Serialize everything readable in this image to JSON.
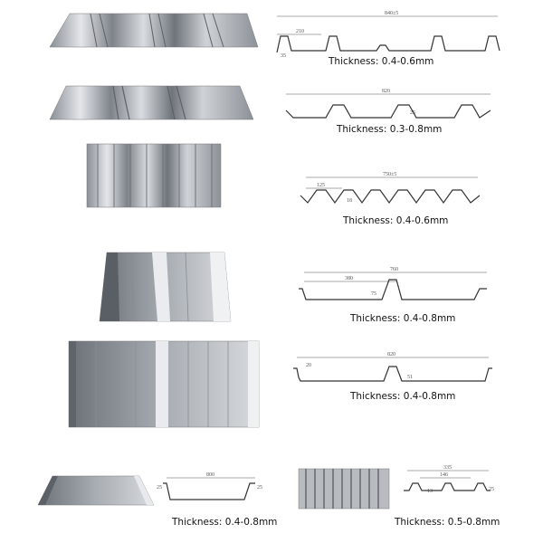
{
  "profiles": [
    {
      "id": "p1",
      "thickness": "Thickness: 0.4-0.6mm",
      "dims": [
        "840±5",
        "210",
        "35"
      ]
    },
    {
      "id": "p2",
      "thickness": "Thickness: 0.3-0.8mm",
      "dims": [
        "820",
        "25"
      ]
    },
    {
      "id": "p3",
      "thickness": "Thickness: 0.4-0.6mm",
      "dims": [
        "750±5",
        "125",
        "18"
      ]
    },
    {
      "id": "p4",
      "thickness": "Thickness: 0.4-0.8mm",
      "dims": [
        "760",
        "380",
        "75"
      ]
    },
    {
      "id": "p5",
      "thickness": "Thickness: 0.4-0.8mm",
      "dims": [
        "820",
        "20",
        "51"
      ]
    },
    {
      "id": "p6",
      "thickness": "Thickness: 0.4-0.8mm",
      "dims": [
        "800",
        "25",
        "25"
      ]
    },
    {
      "id": "p7",
      "thickness": "Thickness: 0.5-0.8mm",
      "dims": [
        "335",
        "146",
        "13",
        "25"
      ]
    }
  ]
}
